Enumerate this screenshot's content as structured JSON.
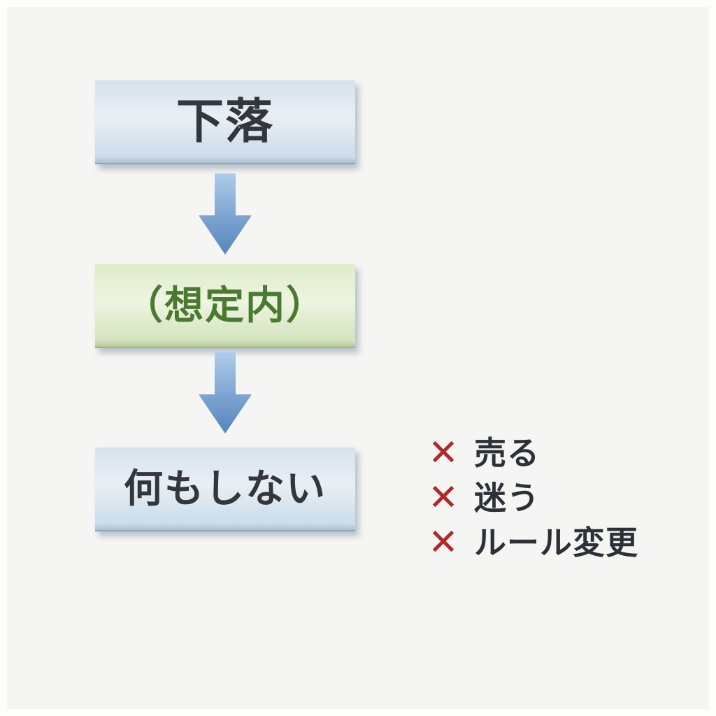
{
  "page": {
    "background_color": "#f5f5f3",
    "border_color": "#fdfdfc"
  },
  "flowchart": {
    "nodes": [
      {
        "label": "下落",
        "style": "blue",
        "text_color": "#33373d"
      },
      {
        "label": "（想定内）",
        "style": "green",
        "text_color": "#4a7a30"
      },
      {
        "label": "何もしない",
        "style": "blue",
        "text_color": "#33373d"
      }
    ],
    "arrow": {
      "direction": "down",
      "gradient_top": "#aecde9",
      "gradient_bottom": "#5585bd"
    },
    "box_colors": {
      "blue_top": "#d5e2ee",
      "blue_bottom": "#cbdcea",
      "green_top": "#dfecca",
      "green_bottom": "#d2e4bd"
    }
  },
  "dont_list": {
    "mark": "✕",
    "mark_color": "#b02a2c",
    "items": [
      "売る",
      "迷う",
      "ルール変更"
    ]
  }
}
